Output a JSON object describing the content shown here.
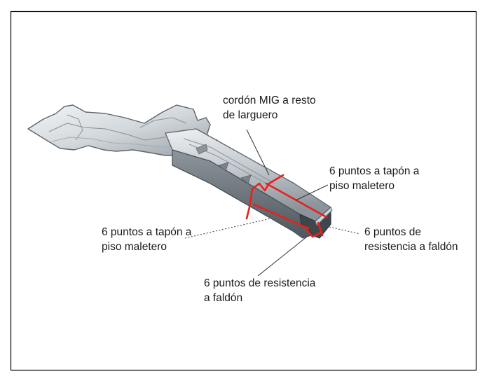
{
  "diagram": {
    "labels": {
      "mig_weld": [
        "cordón MIG a resto",
        "de larguero"
      ],
      "top_right": [
        "6 puntos a tapón a",
        "piso maletero"
      ],
      "left": [
        "6 puntos a tapón a",
        "piso maletero"
      ],
      "right": [
        "6 puntos de",
        "resistencia a faldón"
      ],
      "bottom": [
        "6 puntos de resistencia",
        "a faldón"
      ]
    },
    "colors": {
      "weld": "#e8201c",
      "part_dark": "#5d656c",
      "part_mid": "#9aa2a9",
      "part_light": "#dfe3e6",
      "leader": "#333333",
      "border": "#000000"
    }
  }
}
